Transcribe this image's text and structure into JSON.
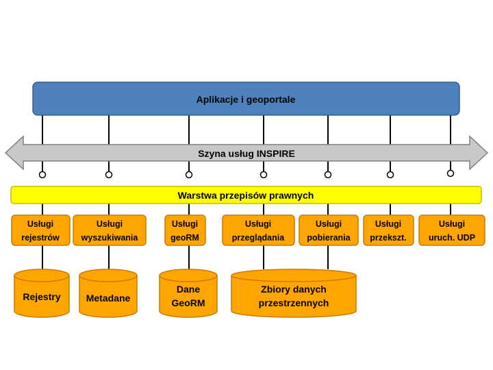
{
  "apps_bar": {
    "label": "Aplikacje i geoportale",
    "color": "#4F81BD"
  },
  "bus": {
    "label": "Szyna usług INSPIRE",
    "color": "#C8C8C8"
  },
  "legal_layer": {
    "label": "Warstwa przepisów prawnych",
    "color": "#FFFF00"
  },
  "service_color": "#FFA500",
  "services": [
    {
      "line1": "Usługi",
      "line2": "rejestrów"
    },
    {
      "line1": "Usługi",
      "line2": "wyszukiwania"
    },
    {
      "line1": "Usługi",
      "line2": "geoRM"
    },
    {
      "line1": "Usługi",
      "line2": "przeglądania"
    },
    {
      "line1": "Usługi",
      "line2": "pobierania"
    },
    {
      "line1": "Usługi",
      "line2": "przekszt."
    },
    {
      "line1": "Usługi",
      "line2": "uruch. UDP"
    }
  ],
  "datastores": [
    {
      "line1": "Rejestry"
    },
    {
      "line1": "Metadane"
    },
    {
      "line1": "Dane",
      "line2": "GeoRM"
    },
    {
      "line1": "Zbiory danych",
      "line2": "przestrzennych"
    }
  ]
}
